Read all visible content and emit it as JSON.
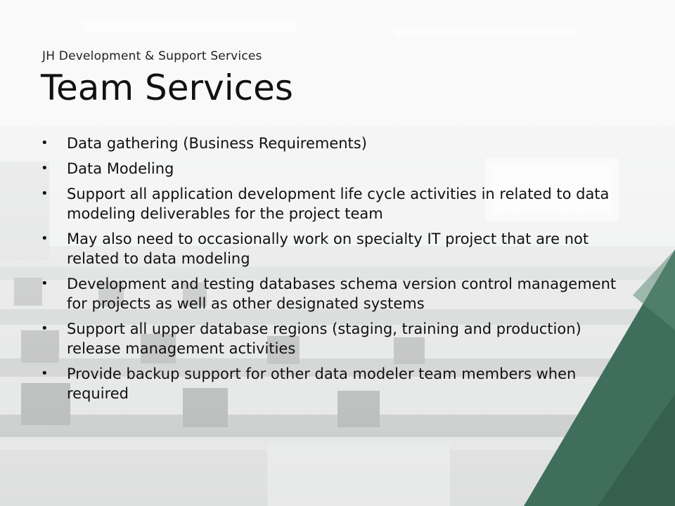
{
  "header": {
    "subtitle": "JH Development & Support Services",
    "title": "Team Services"
  },
  "bullet_glyph": "•",
  "bullets": [
    "Data gathering (Business Requirements)",
    "Data Modeling",
    "Support all application development life cycle activities in related to data modeling deliverables for the project team",
    "May also need to occasionally work on specialty IT project that are not related to data modeling",
    "Development and testing databases schema version control management for projects as well as other designated systems",
    "Support all upper database regions (staging, training and production) release management activities",
    "Provide backup support for other data modeler team members when required"
  ],
  "colors": {
    "accent": "#3f6e5c",
    "accent_dark": "#2f5647",
    "accent_light": "#5f8d7a"
  }
}
